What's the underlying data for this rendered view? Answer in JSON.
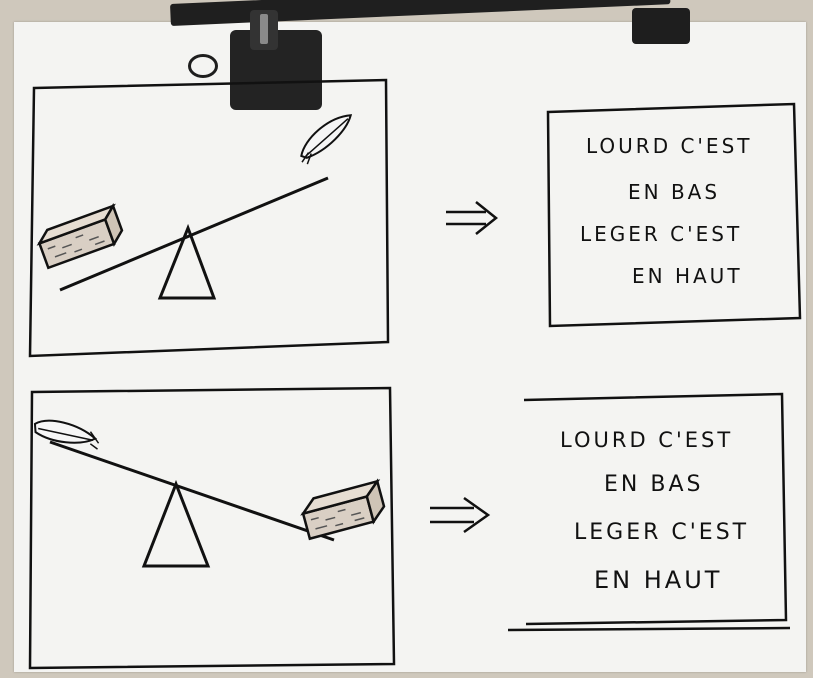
{
  "panels": [
    {
      "lines": [
        "LOURD   C'EST",
        "EN  BAS",
        "LEGER   C'EST",
        "EN   HAUT"
      ]
    },
    {
      "lines": [
        "LOURD   C'EST",
        "EN  BAS",
        "LEGER   C'EST",
        "EN  HAUT"
      ]
    }
  ],
  "colors": {
    "ink": "#111111",
    "paper": "#f4f4f2",
    "brick": "#d9cfc4",
    "clip": "#1f1f1f"
  }
}
